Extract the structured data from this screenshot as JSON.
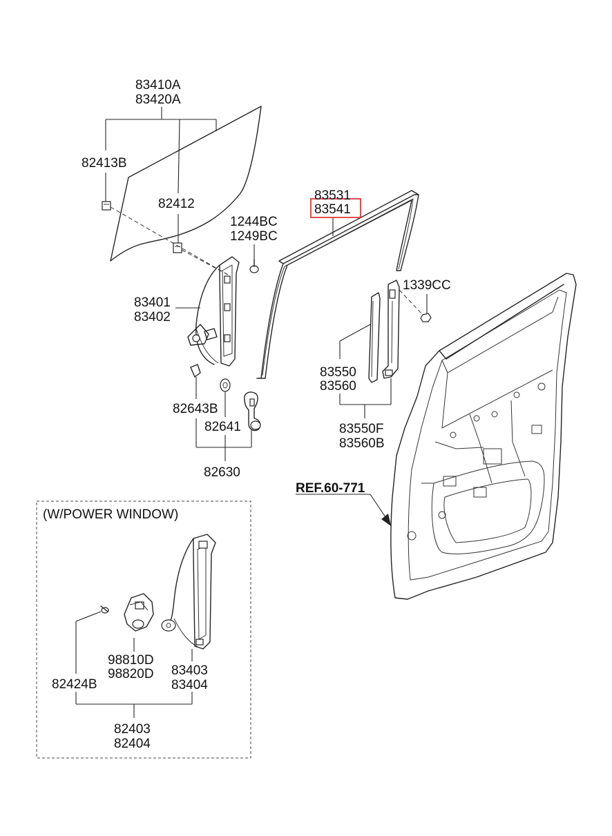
{
  "labels": {
    "p83410A": "83410A",
    "p83420A": "83420A",
    "p82413B": "82413B",
    "p82412": "82412",
    "p1244BC": "1244BC",
    "p1249BC": "1249BC",
    "p83531": "83531",
    "p83541": "83541",
    "p1339CC": "1339CC",
    "p83401": "83401",
    "p83402": "83402",
    "p83550": "83550",
    "p83560": "83560",
    "p82643B": "82643B",
    "p82641": "82641",
    "p83550F": "83550F",
    "p83560B": "83560B",
    "p82630": "82630",
    "ref": "REF.60-771",
    "power_window": "(W/POWER WINDOW)",
    "p98810D": "98810D",
    "p98820D": "98820D",
    "p83403": "83403",
    "p83404": "83404",
    "p82424B": "82424B",
    "p82403": "82403",
    "p82404": "82404"
  },
  "highlight_color": "#e0201f"
}
